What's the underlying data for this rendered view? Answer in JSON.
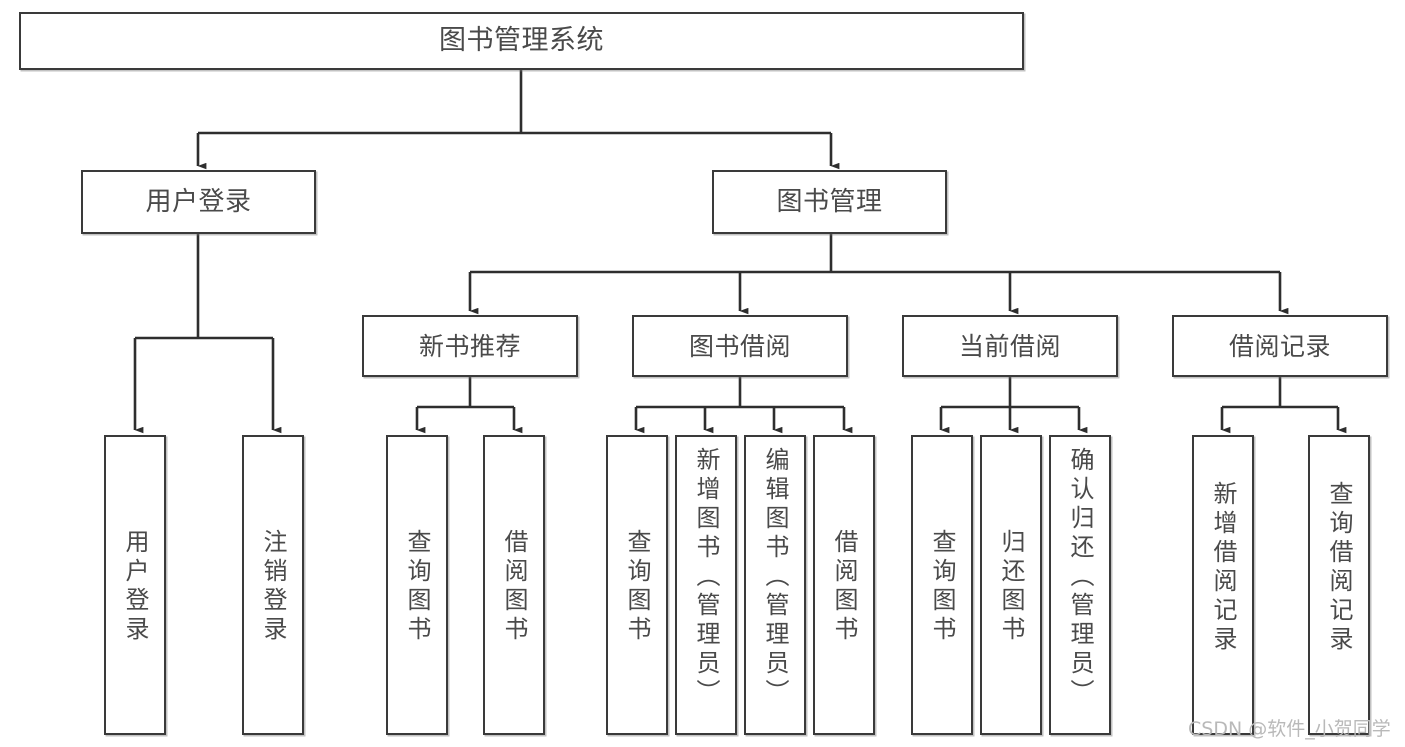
{
  "diagram": {
    "title": "图书管理系统",
    "type": "tree",
    "watermark": "CSDN @软件_小贺同学",
    "colors": {
      "box_border": "#3a3a3a",
      "box_fill": "#ffffff",
      "text": "#4a4a4a",
      "connector": "#2e2e2e",
      "watermark": "#b9b9b9",
      "background": "#ffffff"
    },
    "nodes": {
      "root": {
        "label": "图书管理系统"
      },
      "level2": [
        {
          "id": "user-login",
          "label": "用户登录"
        },
        {
          "id": "book-management",
          "label": "图书管理"
        }
      ],
      "level3": [
        {
          "id": "new-book-recommend",
          "label": "新书推荐"
        },
        {
          "id": "book-borrow",
          "label": "图书借阅"
        },
        {
          "id": "current-borrow",
          "label": "当前借阅"
        },
        {
          "id": "borrow-record",
          "label": "借阅记录"
        }
      ],
      "leaves": {
        "user_login": [
          {
            "id": "leaf-user-login",
            "label": "用户登录"
          },
          {
            "id": "leaf-logout-login",
            "label": "注销登录"
          }
        ],
        "new_book_recommend": [
          {
            "id": "leaf-query-book-1",
            "label": "查询图书"
          },
          {
            "id": "leaf-borrow-book-1",
            "label": "借阅图书"
          }
        ],
        "book_borrow": [
          {
            "id": "leaf-query-book-2",
            "label": "查询图书"
          },
          {
            "id": "leaf-add-book",
            "label": "新增图书（管理员）"
          },
          {
            "id": "leaf-edit-book",
            "label": "编辑图书（管理员）"
          },
          {
            "id": "leaf-borrow-book-2",
            "label": "借阅图书"
          }
        ],
        "current_borrow": [
          {
            "id": "leaf-query-book-3",
            "label": "查询图书"
          },
          {
            "id": "leaf-return-book",
            "label": "归还图书"
          },
          {
            "id": "leaf-confirm-return",
            "label": "确认归还（管理员）"
          }
        ],
        "borrow_record": [
          {
            "id": "leaf-add-record",
            "label": "新增借阅记录"
          },
          {
            "id": "leaf-query-record",
            "label": "查询借阅记录"
          }
        ]
      }
    }
  }
}
